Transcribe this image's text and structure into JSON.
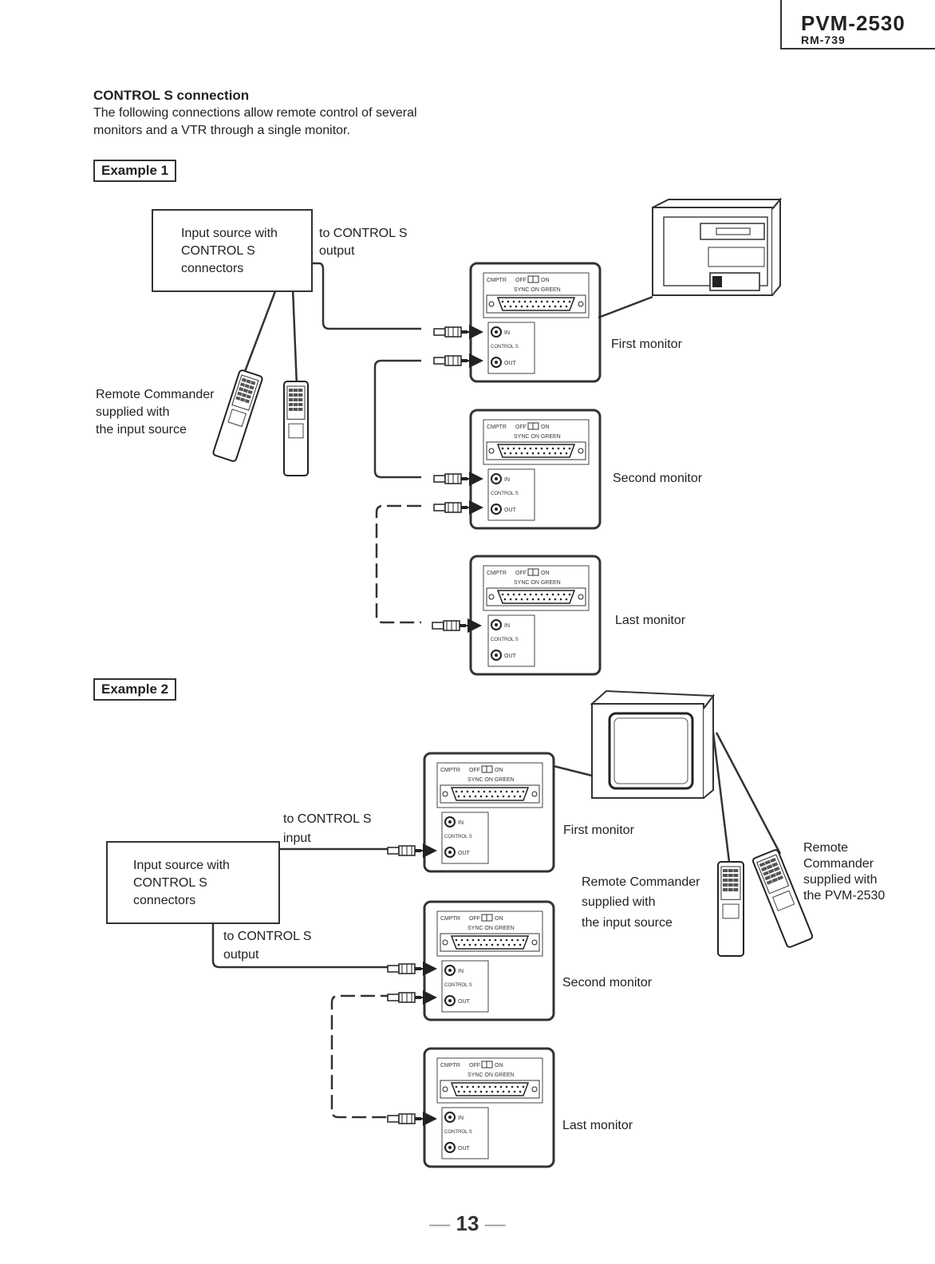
{
  "header": {
    "model": "PVM-2530",
    "sub": "RM-739"
  },
  "intro": {
    "heading": "CONTROL S connection",
    "line1": "The following connections allow remote control of several",
    "line2": "monitors and a VTR through a single monitor."
  },
  "example1": {
    "label": "Example 1",
    "source_line1": "Input source with",
    "source_line2": "CONTROL S",
    "source_line3": "connectors",
    "output_line1": "to CONTROL S",
    "output_line2": "output",
    "remote_line1": "Remote Commander",
    "remote_line2": "supplied with",
    "remote_line3": "the input source",
    "first_monitor": "First monitor",
    "second_monitor": "Second monitor",
    "last_monitor": "Last monitor"
  },
  "example2": {
    "label": "Example 2",
    "input_line1": "to CONTROL S",
    "input_line2": "input",
    "source_line1": "Input source with",
    "source_line2": "CONTROL S",
    "source_line3": "connectors",
    "output_line1": "to CONTROL S",
    "output_line2": "output",
    "first_monitor": "First monitor",
    "second_monitor": "Second monitor",
    "last_monitor": "Last monitor",
    "remote_src_line1": "Remote Commander",
    "remote_src_line2": "supplied with",
    "remote_src_line3": "the input source",
    "remote_pvm_line1": "Remote",
    "remote_pvm_line2": "Commander",
    "remote_pvm_line3": "supplied with",
    "remote_pvm_line4": "the PVM-2530"
  },
  "panel": {
    "cmptr": "CMPTR",
    "off": "OFF",
    "on": "ON",
    "sync": "SYNC ON GREEN",
    "in": "IN",
    "control_s": "CONTROL S",
    "out": "OUT"
  },
  "footer": {
    "page_number": "13"
  }
}
